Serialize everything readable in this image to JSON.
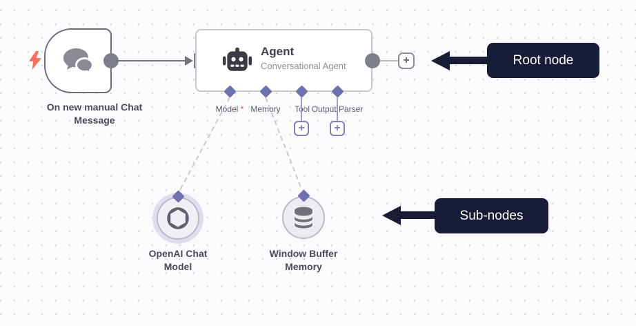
{
  "workflow": {
    "trigger": {
      "name": "On new manual Chat Message",
      "label_lines": [
        "On new manual Chat",
        "Message"
      ]
    },
    "agent": {
      "title": "Agent",
      "subtitle": "Conversational Agent",
      "ports": [
        {
          "label": "Model",
          "required_marker": "*"
        },
        {
          "label": "Memory",
          "required_marker": ""
        },
        {
          "label": "Tool",
          "required_marker": ""
        },
        {
          "label": "Output Parser",
          "required_marker": ""
        }
      ]
    },
    "sub_nodes": [
      {
        "name": "OpenAI Chat Model",
        "label_lines": [
          "OpenAI Chat",
          "Model"
        ],
        "icon": "openai-logo"
      },
      {
        "name": "Window Buffer Memory",
        "label_lines": [
          "Window Buffer",
          "Memory"
        ],
        "icon": "database-icon"
      }
    ]
  },
  "annotations": [
    {
      "label": "Root node"
    },
    {
      "label": "Sub-nodes"
    }
  ],
  "glyphs": {
    "plus": "+"
  },
  "colors": {
    "canvas_bg": "#fbfbfd",
    "grid_dot": "#d8d8dd",
    "node_border_dark": "#6a6e7d",
    "node_border_light": "#c6c6ce",
    "connector_gray": "#7d808c",
    "accent_purple": "#6f70ae",
    "callout_navy": "#191c36",
    "trigger_bolt_red": "#ff6d5a",
    "required_red": "#d95050",
    "halo_lavender": "#dedeef"
  }
}
